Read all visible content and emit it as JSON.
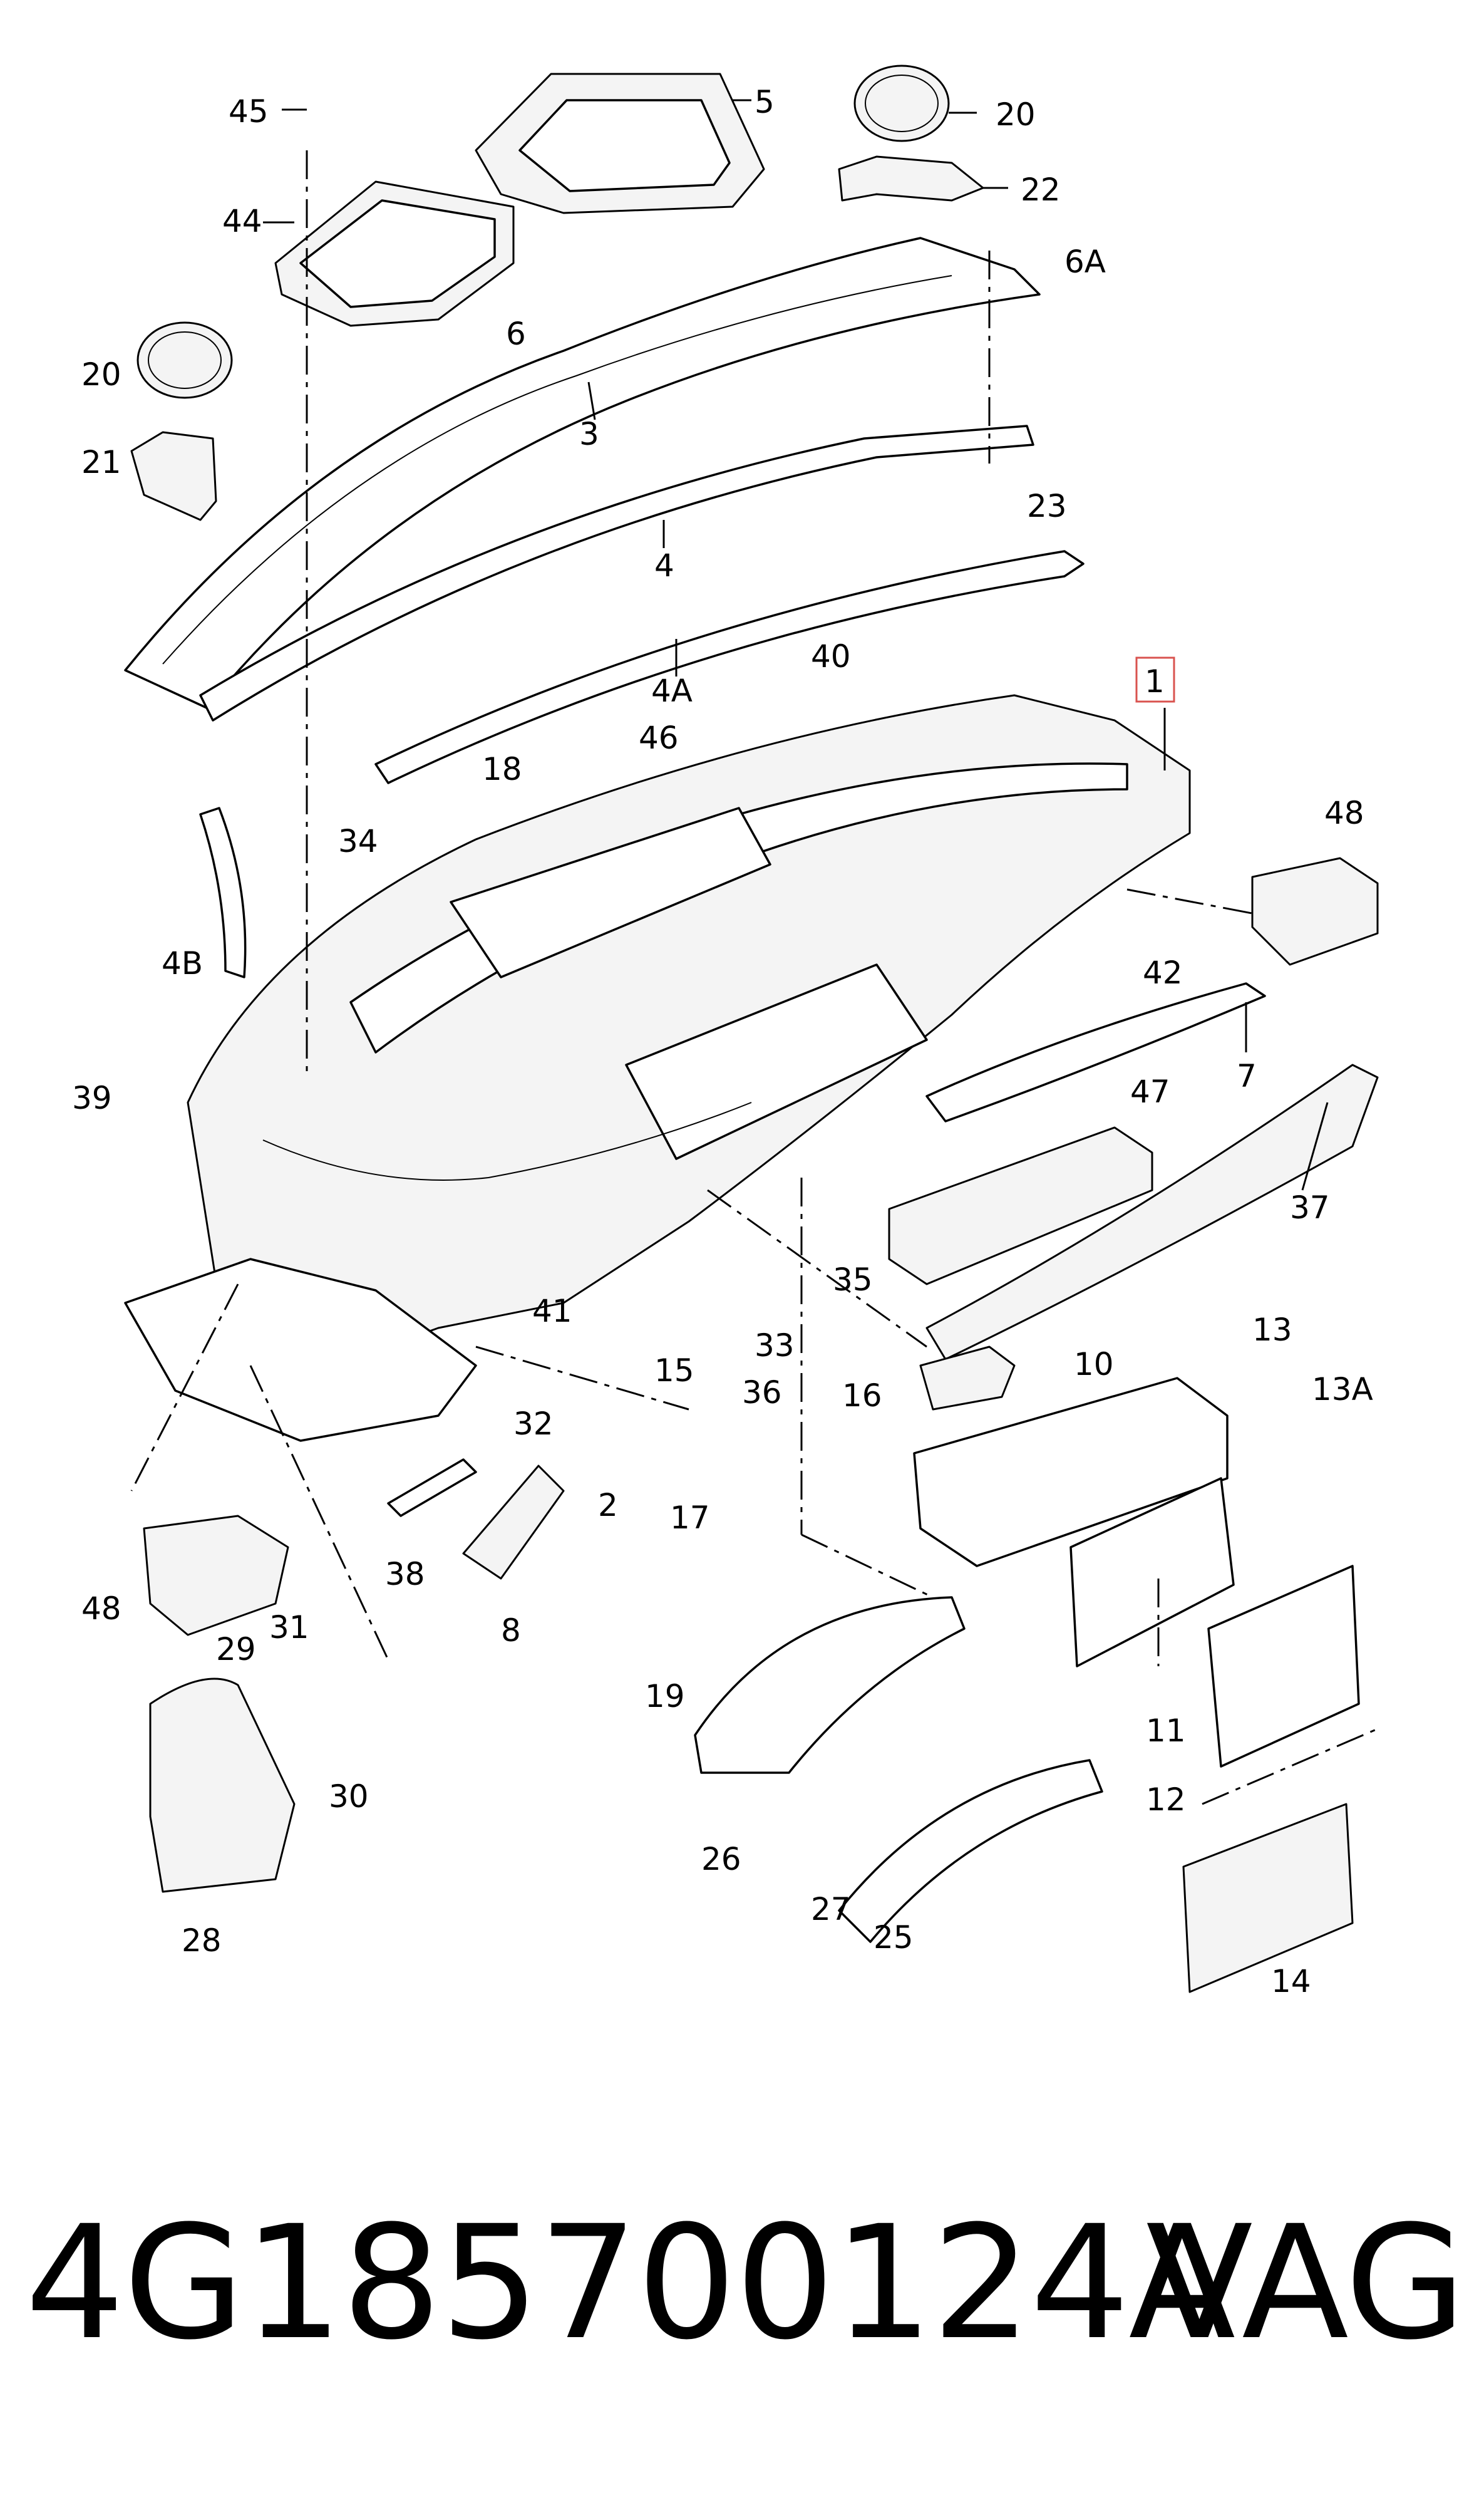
{
  "diagram": {
    "callouts": {
      "c1": "1",
      "c2": "2",
      "c3": "3",
      "c4": "4",
      "c4A": "4A",
      "c4B": "4B",
      "c5": "5",
      "c6": "6",
      "c6A": "6A",
      "c7": "7",
      "c8": "8",
      "c10": "10",
      "c11": "11",
      "c12": "12",
      "c13": "13",
      "c13A": "13A",
      "c14": "14",
      "c15": "15",
      "c16": "16",
      "c17": "17",
      "c18": "18",
      "c19": "19",
      "c20a": "20",
      "c20b": "20",
      "c21": "21",
      "c22": "22",
      "c23": "23",
      "c25": "25",
      "c26": "26",
      "c27": "27",
      "c28": "28",
      "c29": "29",
      "c30": "30",
      "c31": "31",
      "c32": "32",
      "c33": "33",
      "c34": "34",
      "c35": "35",
      "c36": "36",
      "c37": "37",
      "c38": "38",
      "c39": "39",
      "c40": "40",
      "c41": "41",
      "c42": "42",
      "c44": "44",
      "c45": "45",
      "c46": "46",
      "c47": "47",
      "c48a": "48",
      "c48b": "48"
    }
  },
  "footer": {
    "part_number": "4G185700124A",
    "brand": "VAG"
  }
}
